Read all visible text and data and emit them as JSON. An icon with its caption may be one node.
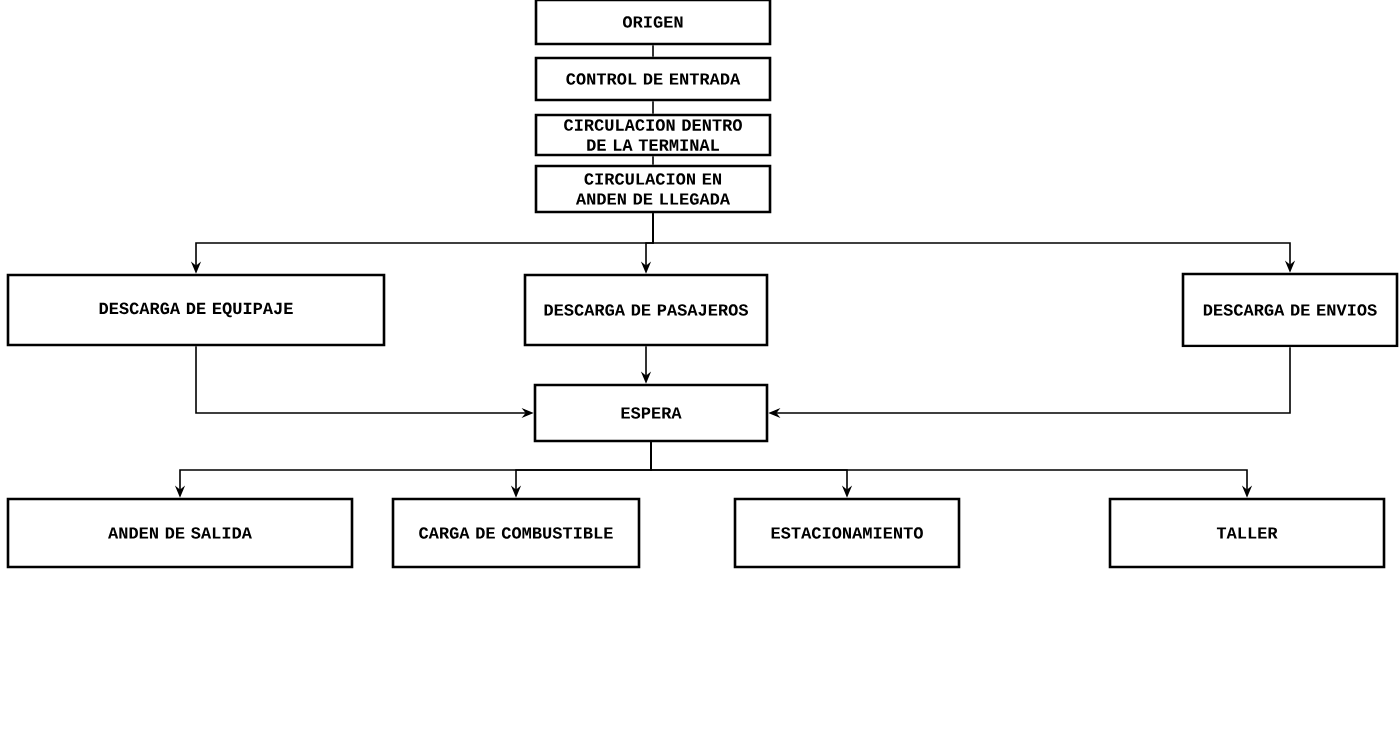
{
  "diagram": {
    "nodes": [
      {
        "text": [
          "ORIGEN"
        ]
      },
      {
        "text": [
          "CONTROL DE ENTRADA"
        ]
      },
      {
        "text": [
          "CIRCULACION DENTRO DE LA TERMINAL"
        ]
      },
      {
        "text": [
          "CIRCULACION EN ANDEN DE LLEGADA"
        ]
      },
      {
        "text": [
          "DESCARGA DE EQUIPAJE"
        ]
      },
      {
        "text": [
          "DESCARGA DE PASAJEROS"
        ]
      },
      {
        "text": [
          "DESCARGA DE ENVIOS"
        ]
      },
      {
        "text": [
          "ESPERA"
        ]
      },
      {
        "text": [
          "ANDEN DE SALIDA"
        ]
      },
      {
        "text": [
          "CARGA DE COMBUSTIBLE"
        ]
      },
      {
        "text": [
          "ESTACIONAMIENTO"
        ]
      },
      {
        "text": [
          "TALLER"
        ]
      }
    ],
    "edges": [
      {
        "from": 0,
        "to": 1,
        "arrow": "none"
      },
      {
        "from": 1,
        "to": 2,
        "arrow": "none"
      },
      {
        "from": 2,
        "to": 3,
        "arrow": "none"
      },
      {
        "from": 3,
        "to": 4,
        "arrow": "to"
      },
      {
        "from": 3,
        "to": 5,
        "arrow": "to"
      },
      {
        "from": 3,
        "to": 6,
        "arrow": "to"
      },
      {
        "from": 4,
        "to": 7,
        "arrow": "to"
      },
      {
        "from": 5,
        "to": 7,
        "arrow": "to"
      },
      {
        "from": 6,
        "to": 7,
        "arrow": "to"
      },
      {
        "from": 7,
        "to": 8,
        "arrow": "to"
      },
      {
        "from": 7,
        "to": 9,
        "arrow": "to"
      },
      {
        "from": 7,
        "to": 10,
        "arrow": "to"
      },
      {
        "from": 7,
        "to": 11,
        "arrow": "to"
      }
    ]
  }
}
